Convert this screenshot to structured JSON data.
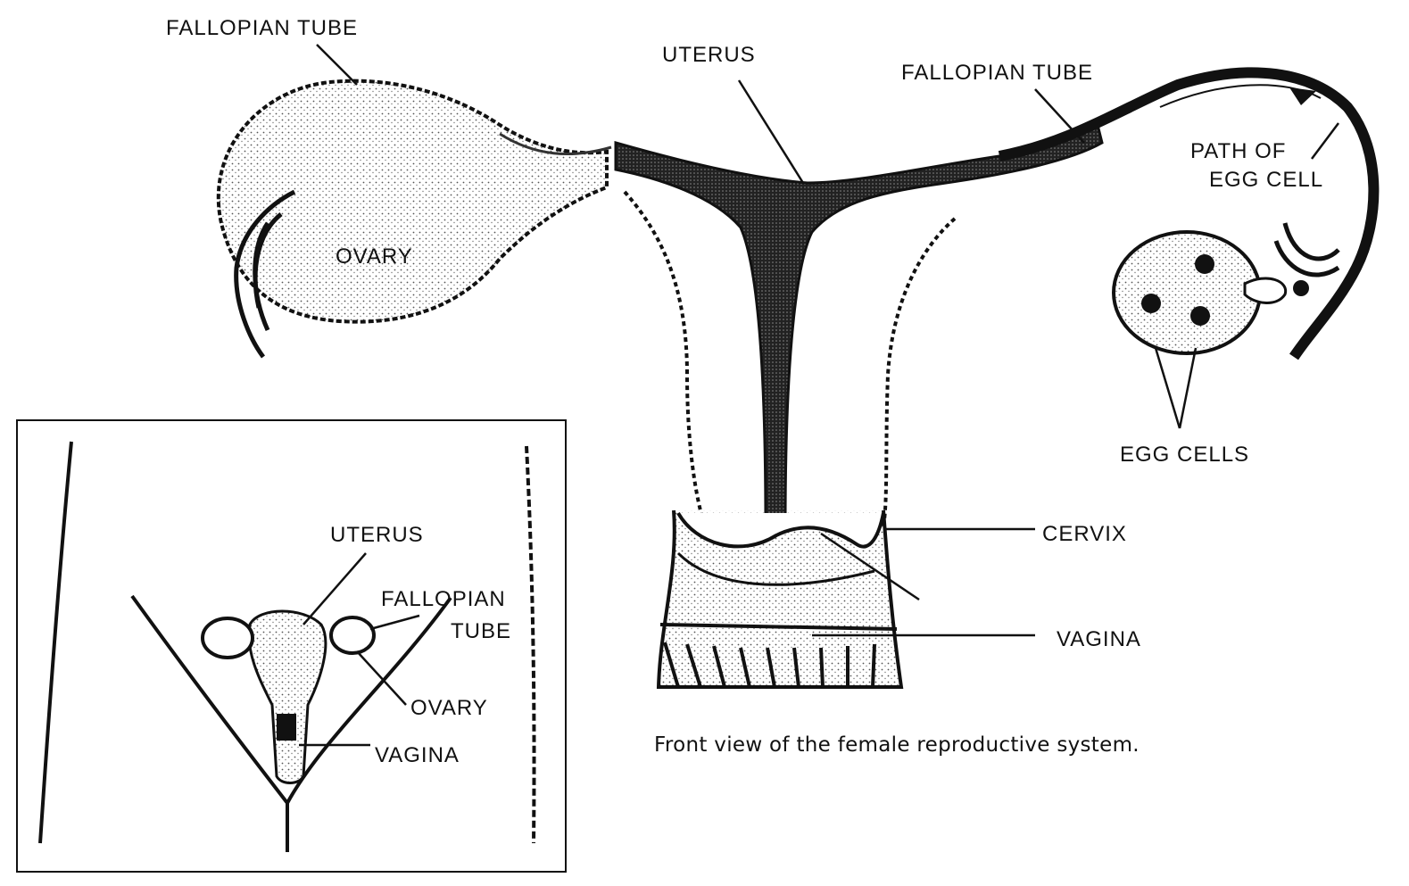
{
  "main_labels": {
    "fallopian_tube_left": "FALLOPIAN TUBE",
    "uterus": "UTERUS",
    "fallopian_tube_right": "FALLOPIAN TUBE",
    "path_of_egg_cell_line1": "PATH OF",
    "path_of_egg_cell_line2": "EGG CELL",
    "ovary": "OVARY",
    "egg_cells": "EGG CELLS",
    "cervix": "CERVIX",
    "vagina": "VAGINA"
  },
  "inset_labels": {
    "uterus": "UTERUS",
    "fallopian_line1": "FALLOPIAN",
    "fallopian_line2": "TUBE",
    "ovary": "OVARY",
    "vagina": "VAGINA"
  },
  "caption": "Front view of the female reproductive system.",
  "colors": {
    "ink": "#111111",
    "paper": "#ffffff",
    "stipple": "#555555"
  }
}
